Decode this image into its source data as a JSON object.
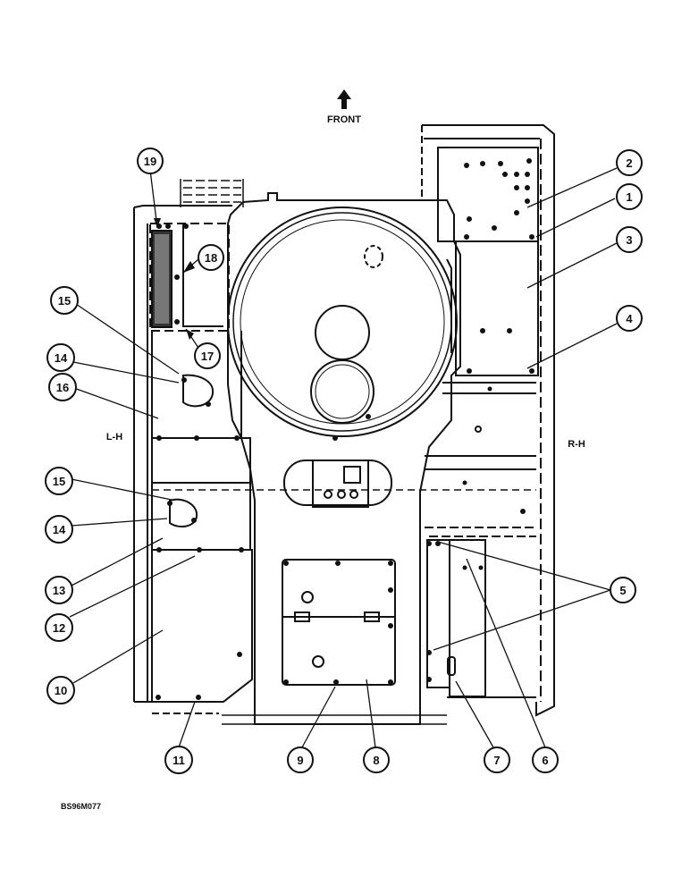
{
  "front_label": "FRONT",
  "left_side_label": "L-H",
  "right_side_label": "R-H",
  "drawing_code": "BS96M077",
  "callouts": [
    {
      "number": "1"
    },
    {
      "number": "2"
    },
    {
      "number": "3"
    },
    {
      "number": "4"
    },
    {
      "number": "5"
    },
    {
      "number": "5"
    },
    {
      "number": "6"
    },
    {
      "number": "7"
    },
    {
      "number": "8"
    },
    {
      "number": "9"
    },
    {
      "number": "10"
    },
    {
      "number": "11"
    },
    {
      "number": "12"
    },
    {
      "number": "13"
    },
    {
      "number": "14"
    },
    {
      "number": "14"
    },
    {
      "number": "15"
    },
    {
      "number": "15"
    },
    {
      "number": "16"
    },
    {
      "number": "17"
    },
    {
      "number": "18"
    },
    {
      "number": "19"
    }
  ]
}
